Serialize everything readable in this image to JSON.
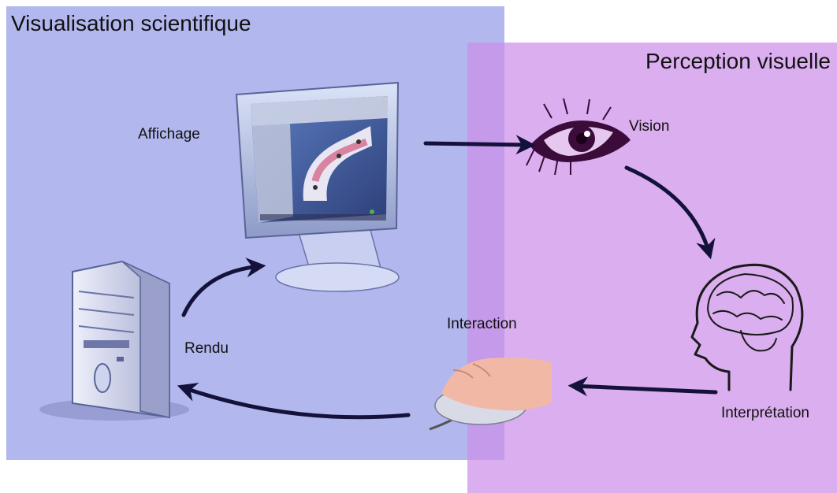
{
  "regions": {
    "scivis": {
      "title": "Visualisation scientifique",
      "color": "#b2b7ee"
    },
    "perception": {
      "title": "Perception visuelle",
      "color": "#cc8fe9"
    }
  },
  "labels": {
    "display": "Affichage",
    "render": "Rendu",
    "vision": "Vision",
    "interpretation": "Interprétation",
    "interaction": "Interaction"
  },
  "icons": [
    "monitor-icon",
    "computer-tower-icon",
    "eye-icon",
    "brain-head-icon",
    "mouse-hand-icon"
  ],
  "colors": {
    "arrow": "#14123a",
    "eye": "#3b0b3a",
    "brain_line": "#1a1a1a"
  }
}
